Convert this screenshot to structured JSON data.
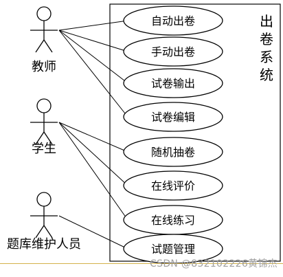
{
  "system": {
    "title": "出卷系统"
  },
  "actors": [
    {
      "id": "teacher",
      "label": "教师"
    },
    {
      "id": "student",
      "label": "学生"
    },
    {
      "id": "maintainer",
      "label": "题库维护人员"
    }
  ],
  "use_cases": [
    {
      "id": "auto",
      "label": "自动出卷"
    },
    {
      "id": "manual",
      "label": "手动出卷"
    },
    {
      "id": "export",
      "label": "试卷输出"
    },
    {
      "id": "edit",
      "label": "试卷编辑"
    },
    {
      "id": "random",
      "label": "随机抽卷"
    },
    {
      "id": "eval",
      "label": "在线评价"
    },
    {
      "id": "practice",
      "label": "在线练习"
    },
    {
      "id": "manage",
      "label": "试题管理"
    }
  ],
  "associations": [
    {
      "actor": "teacher",
      "use_case": "auto"
    },
    {
      "actor": "teacher",
      "use_case": "manual"
    },
    {
      "actor": "teacher",
      "use_case": "export"
    },
    {
      "actor": "teacher",
      "use_case": "edit"
    },
    {
      "actor": "student",
      "use_case": "random"
    },
    {
      "actor": "student",
      "use_case": "eval"
    },
    {
      "actor": "student",
      "use_case": "practice"
    },
    {
      "actor": "maintainer",
      "use_case": "manage"
    }
  ],
  "watermark": "CSDN @832102226黄锦杰"
}
